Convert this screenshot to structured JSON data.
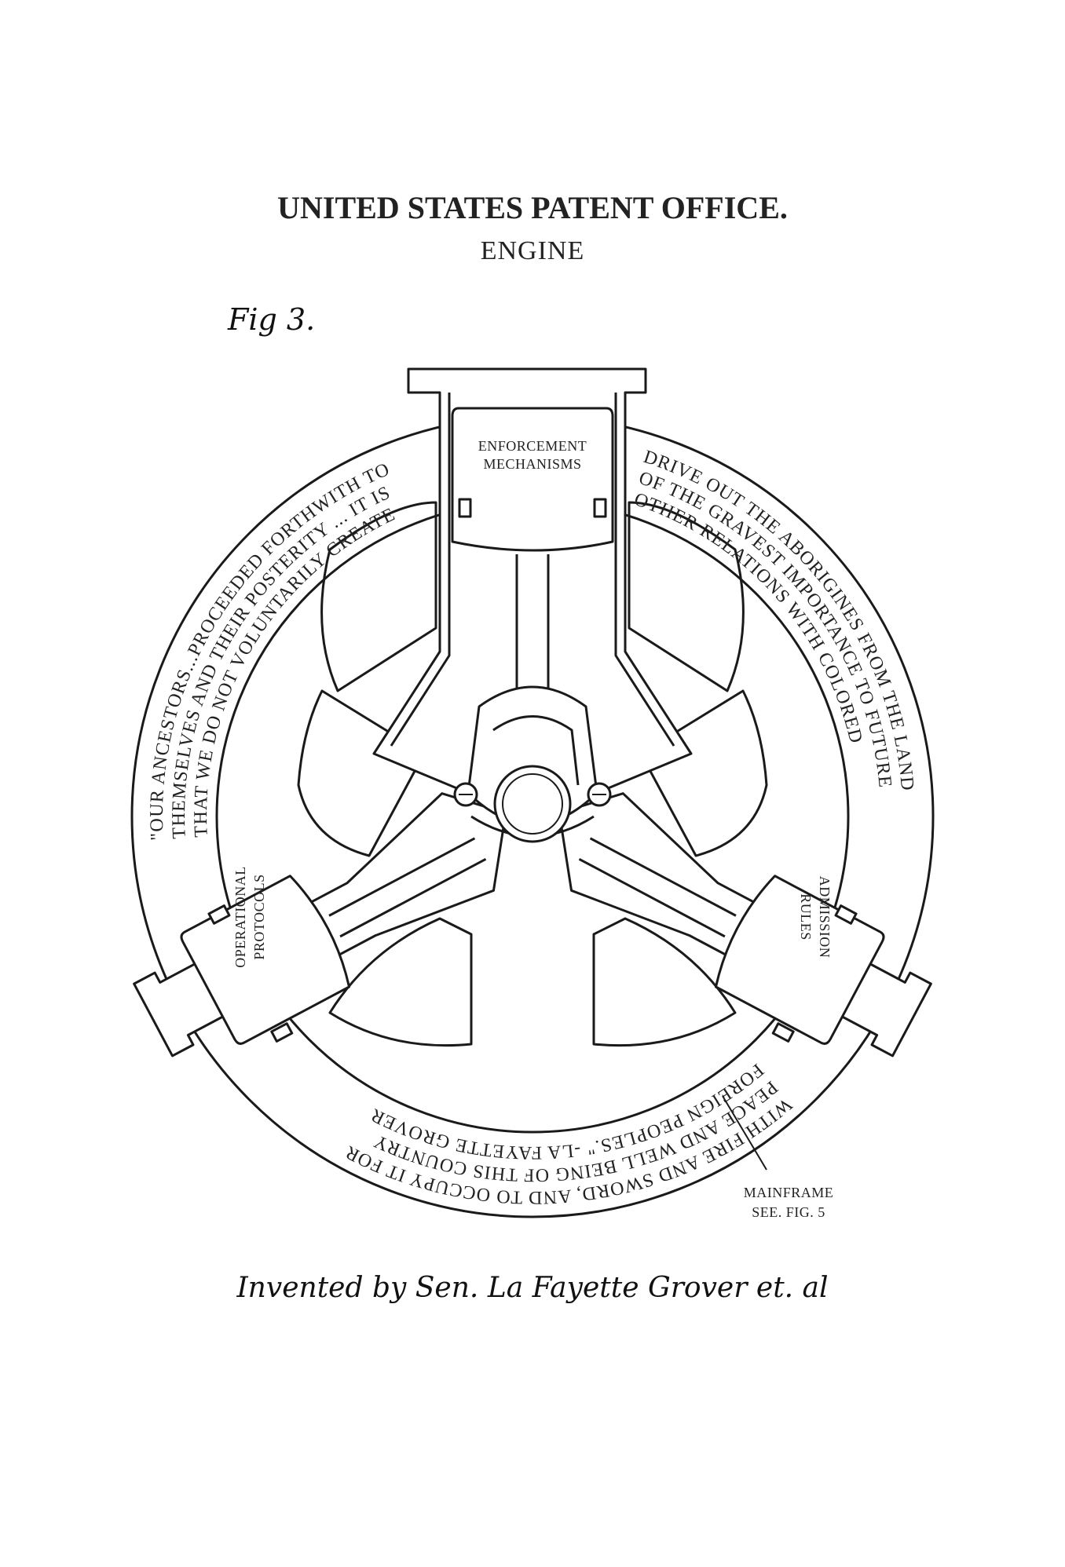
{
  "header": {
    "title": "UNITED STATES PATENT OFFICE.",
    "subtitle": "ENGINE"
  },
  "figure_label": "Fig 3.",
  "ring_quotes": {
    "left_lines": [
      "\"OUR ANCESTORS...PROCEEDED FORTHWITH TO",
      "THEMSELVES AND THEIR POSTERITY ... IT IS",
      "THAT WE DO NOT VOLUNTARILY CREATE"
    ],
    "right_lines": [
      "DRIVE OUT THE ABORIGINES FROM THE LAND",
      "OF THE GRAVEST IMPORTANCE TO FUTURE",
      "OTHER RELATIONS WITH COLORED"
    ],
    "bottom_lines": [
      "WITH FIRE AND SWORD, AND TO OCCUPY IT FOR",
      "PEACE AND WELL BEING OF THIS COUNTRY",
      "FOREIGN PEOPLES.\" -LA FAYETTE GROVER"
    ]
  },
  "components": {
    "top": [
      "ENFORCEMENT",
      "MECHANISMS"
    ],
    "left": [
      "OPERATIONAL",
      "PROTOCOLS"
    ],
    "right": [
      "ADMISSION",
      "RULES"
    ]
  },
  "callout": {
    "line1": "MAINFRAME",
    "line2": "SEE. FIG. 5"
  },
  "signature": "Invented by Sen. La Fayette Grover et. al"
}
